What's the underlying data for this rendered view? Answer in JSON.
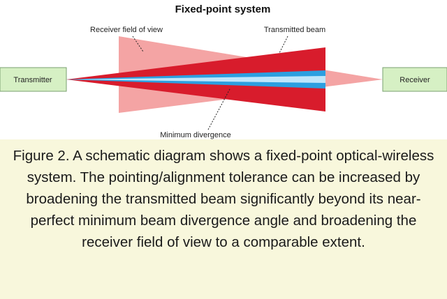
{
  "diagram": {
    "title": "Fixed-point system",
    "labels": {
      "receiver_fov": "Receiver field of view",
      "transmitted_beam": "Transmitted beam",
      "min_divergence": "Minimum divergence",
      "transmitter": "Transmitter",
      "receiver": "Receiver"
    },
    "colors": {
      "receiver_fov": "#f4a4a4",
      "transmitted_beam": "#d81c2c",
      "min_divergence": "#2c9fe0",
      "box_fill": "#d6f0c4",
      "box_stroke": "#7aa070"
    }
  },
  "caption": {
    "text": "Figure 2. A schematic diagram shows a fixed-point optical-wireless system. The pointing/alignment tolerance can be increased by broadening the transmitted beam significantly beyond its near-perfect minimum beam divergence angle and broadening the receiver field of view to a comparable extent.",
    "background": "#f8f7dc"
  }
}
